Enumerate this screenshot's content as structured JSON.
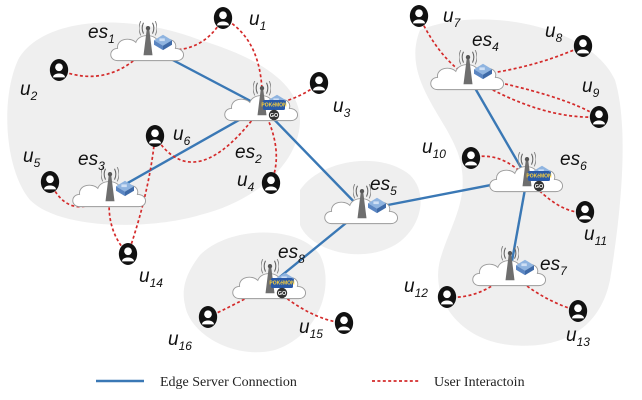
{
  "servers": [
    {
      "id": "es1",
      "base": "es",
      "sub": "1",
      "game": false
    },
    {
      "id": "es2",
      "base": "es",
      "sub": "2",
      "game": true
    },
    {
      "id": "es3",
      "base": "es",
      "sub": "3",
      "game": false
    },
    {
      "id": "es4",
      "base": "es",
      "sub": "4",
      "game": false
    },
    {
      "id": "es5",
      "base": "es",
      "sub": "5",
      "game": false
    },
    {
      "id": "es6",
      "base": "es",
      "sub": "6",
      "game": true
    },
    {
      "id": "es7",
      "base": "es",
      "sub": "7",
      "game": false
    },
    {
      "id": "es8",
      "base": "es",
      "sub": "8",
      "game": true
    }
  ],
  "users": [
    {
      "id": "u1",
      "base": "u",
      "sub": "1"
    },
    {
      "id": "u2",
      "base": "u",
      "sub": "2"
    },
    {
      "id": "u3",
      "base": "u",
      "sub": "3"
    },
    {
      "id": "u4",
      "base": "u",
      "sub": "4"
    },
    {
      "id": "u5",
      "base": "u",
      "sub": "5"
    },
    {
      "id": "u6",
      "base": "u",
      "sub": "6"
    },
    {
      "id": "u7",
      "base": "u",
      "sub": "7"
    },
    {
      "id": "u8",
      "base": "u",
      "sub": "8"
    },
    {
      "id": "u9",
      "base": "u",
      "sub": "9"
    },
    {
      "id": "u10",
      "base": "u",
      "sub": "10"
    },
    {
      "id": "u11",
      "base": "u",
      "sub": "11"
    },
    {
      "id": "u12",
      "base": "u",
      "sub": "12"
    },
    {
      "id": "u13",
      "base": "u",
      "sub": "13"
    },
    {
      "id": "u14",
      "base": "u",
      "sub": "14"
    },
    {
      "id": "u15",
      "base": "u",
      "sub": "15"
    },
    {
      "id": "u16",
      "base": "u",
      "sub": "16"
    }
  ],
  "edges": [
    [
      "es1",
      "es2"
    ],
    [
      "es2",
      "es3"
    ],
    [
      "es2",
      "es5"
    ],
    [
      "es5",
      "es8"
    ],
    [
      "es5",
      "es6"
    ],
    [
      "es4",
      "es6"
    ],
    [
      "es6",
      "es7"
    ]
  ],
  "interactions": [
    [
      "u1",
      "es1"
    ],
    [
      "u1",
      "es2"
    ],
    [
      "u2",
      "es1"
    ],
    [
      "u3",
      "es2"
    ],
    [
      "u4",
      "es2"
    ],
    [
      "u5",
      "es3"
    ],
    [
      "u6",
      "es2"
    ],
    [
      "u14",
      "es3"
    ],
    [
      "u14",
      "u6"
    ],
    [
      "u7",
      "es4"
    ],
    [
      "u8",
      "es4"
    ],
    [
      "u9",
      "es4"
    ],
    [
      "u9",
      "es4"
    ],
    [
      "u10",
      "es6"
    ],
    [
      "u11",
      "es6"
    ],
    [
      "u12",
      "es7"
    ],
    [
      "u13",
      "es7"
    ],
    [
      "u15",
      "es8"
    ],
    [
      "u16",
      "es8"
    ]
  ],
  "game_badge": {
    "top": "POKéMON",
    "bottom": "GO"
  },
  "legend": {
    "edge_label": "Edge Server Connection",
    "user_label": "User Interactoin"
  },
  "colors": {
    "edge": "#3a78b5",
    "interaction": "#d42a2a",
    "cloud_region": "#efefef"
  }
}
